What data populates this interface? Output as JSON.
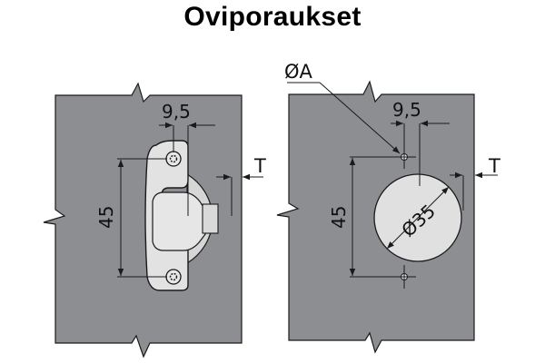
{
  "title": "Oviporaukset",
  "colors": {
    "panel": "#8c8e91",
    "part": "#e2e2e2",
    "line": "#1a1a1a",
    "background": "#ffffff"
  },
  "left_diagram": {
    "name": "hinge-mounted",
    "dims": {
      "offset": "9,5",
      "spacing": "45",
      "thickness": "T"
    }
  },
  "right_diagram": {
    "name": "drill-pattern",
    "dims": {
      "pilot_hole": "ØA",
      "offset": "9,5",
      "spacing": "45",
      "cup_diameter": "Ø35",
      "thickness": "T"
    }
  }
}
